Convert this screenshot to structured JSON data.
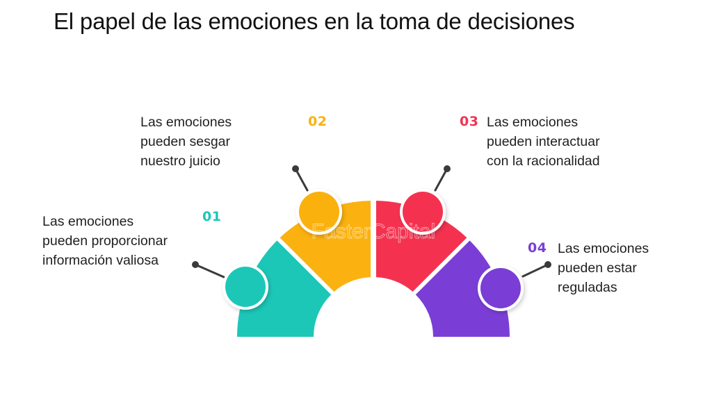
{
  "title": "El papel de las emociones en la toma de decisiones",
  "watermark": "FasterCapital",
  "items": [
    {
      "number": "01",
      "color": "#1cc7b8",
      "lines": [
        "Las emociones",
        "pueden proporcionar",
        "información valiosa"
      ]
    },
    {
      "number": "02",
      "color": "#fbb10f",
      "lines": [
        "Las emociones",
        "pueden sesgar",
        "nuestro juicio"
      ]
    },
    {
      "number": "03",
      "color": "#f4324f",
      "lines": [
        "Las emociones",
        "pueden interactuar",
        "con la racionalidad"
      ]
    },
    {
      "number": "04",
      "color": "#7a3ed6",
      "lines": [
        "Las emociones",
        "pueden estar",
        "reguladas"
      ]
    }
  ],
  "connector_color": "#3a3a3a"
}
